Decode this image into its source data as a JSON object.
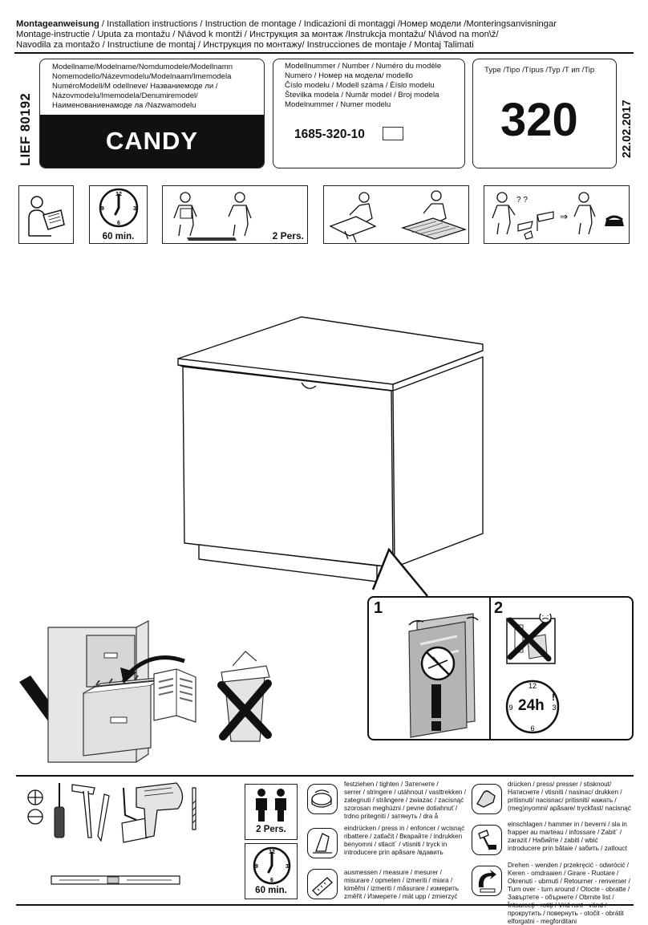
{
  "header": {
    "line1_bold": "Montageanweisung",
    "line1_rest": " / Installation instructions / Instruction de montage / Indicazioni di montaggi /Номер модели /Monteringsanvisningar",
    "line2": "Montage-instructie / Uputa za montažu / N\\ávod k montži / Инструкция за монтаж /Instrukcja montažu/ N\\ávod na mon\\ž/",
    "line3": "Navodila za montažo / Instructiune de montaj / Инструкция по монтажу/ Instrucciones de montaje / Montaj Talimati"
  },
  "lief": "LIEF 80192",
  "model_name": {
    "lines": [
      "Modellname/Modelname/Nomdumodele/Modellnamn",
      "Nomemodello/Názevmodelu/Modelnaam/Imemodela",
      "NuméroModell/M odellneve/    Названиемоде ли /",
      "Názovmodelu/Imemodela/Denumiremodel/",
      "Наименованиенамоде  ла /Nazwamodelu"
    ],
    "name": "CANDY"
  },
  "model_number": {
    "lines": [
      "Modellnummer / Number / Numéro du modèle",
      "Numero /  Номер на модела/ modello",
      "Číslo modelu / Modell száma / Èíslo modelu",
      "Številka modela / Număr model / Broj modela",
      "Modelnummer / Numer modelu"
    ],
    "number": "1685-320-10"
  },
  "type": {
    "label": "Type /Tipo /Típus /Typ /Т   ип /Tip",
    "value": "320",
    "date": "22.02.2017"
  },
  "top_icons": {
    "time": "60 min.",
    "persons": "2 Pers."
  },
  "step_numbers": [
    "1",
    "2"
  ],
  "clock_24h": "24h",
  "bottom": {
    "persons": "2 Pers.",
    "time": "60 min.",
    "instructions_left": [
      {
        "icon": "tighten-icon",
        "lines": [
          "festziehen / tighten / Затегнете /",
          "serrer / stringere / utáhnout / vasttrekken /",
          "zategnuti / strângere / zwiazac / zacisnąć",
          "szorosan meghúzni / pevne dotiahnut´/",
          "trdno pritegniti / затянуть / dra å"
        ]
      },
      {
        "icon": "press-in-icon",
        "lines": [
          "eindrücken / press in / enfoncer / wcisnąć",
          "ribattere / zatlačit / Вкарайте / indrukken",
          "benyomni / stlacit´ / vtisniti / tryck in",
          "introducere prin apăsare /вдавить"
        ]
      },
      {
        "icon": "measure-icon",
        "lines": [
          "ausmessen / measure / mesurer /",
          "misurare / opmeten / izmeriti / miara /",
          "kiměřni / izmeriti / măsurare / измерить",
          "změřit / Измерете / mät upp / zmierzyć"
        ]
      }
    ],
    "instructions_right": [
      {
        "icon": "press-hand-icon",
        "lines": [
          "drücken / press/ presser / stisknout/",
          "Натиснете / vtisniti / nasinac/ drukken /",
          "pritisnuti/ nacisnac/ pritisniti/    нажать /",
          "(meg)nyomni/ apăsare/ tryckfast/ nacisnąć"
        ]
      },
      {
        "icon": "hammer-icon",
        "lines": [
          "einschlagen / hammer in / beverni / sla in",
          "frapper au marteau / infossare / Zabit´ /",
          "zarazit / Набийте / zabiti / wbić",
          "introducere prin bătaie / забить / zatlouct"
        ]
      },
      {
        "icon": "turn-over-icon",
        "lines": [
          "Drehen - wenden / przekręcić - odwrócić /",
          "Keren - omdraaien / Girare - Ruotare /",
          "Okrenuti - ubrnuti / Retourner - renverser /",
          "Turn over - turn around / Otocte - obratte /",
          "Завъртете - обърнете / Obrnite list /",
          "Întoarceţi - rotiţi / Vrid runt - vänd /",
          "прокрутить / повернуть - otočit - obrátit",
          "elforgatni - megforditani"
        ]
      }
    ]
  }
}
